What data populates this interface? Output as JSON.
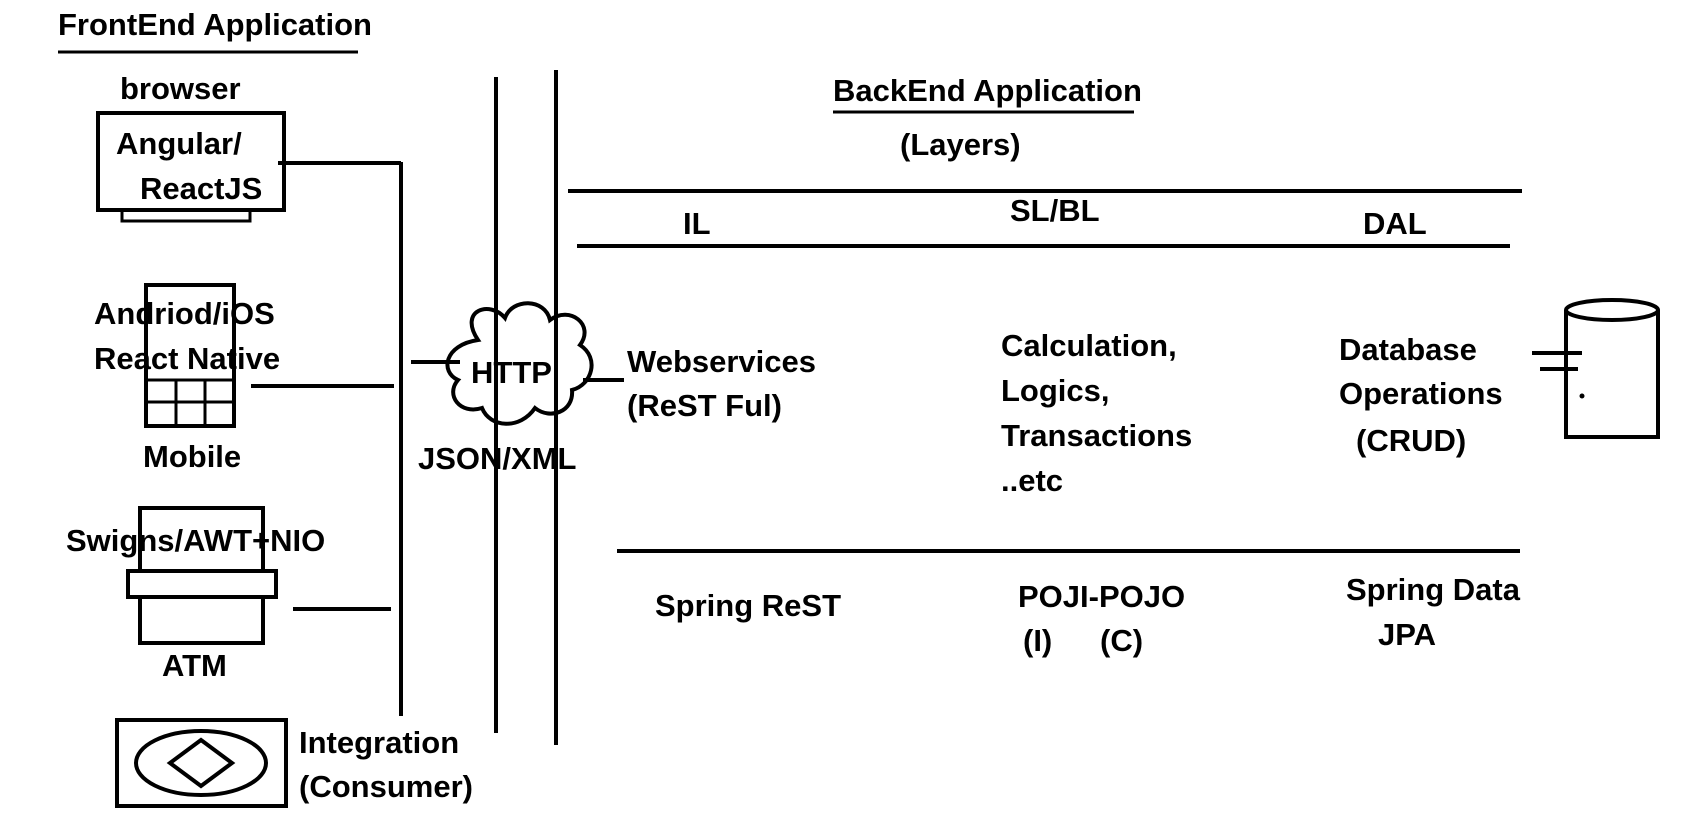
{
  "frontend": {
    "title": "FrontEnd Application",
    "browser_label": "browser",
    "browser_app_line1": "Angular/",
    "browser_app_line2": "ReactJS",
    "mobile_line1": "Andriod/iOS",
    "mobile_line2": "React Native",
    "mobile_label": "Mobile",
    "atm_line1": "Swigns/AWT+NIO",
    "atm_label": "ATM",
    "integration_line1": "Integration",
    "integration_line2": "(Consumer)"
  },
  "protocol": {
    "cloud_label": "HTTP",
    "format_label": "JSON/XML"
  },
  "backend": {
    "title": "BackEnd Application",
    "subtitle": "(Layers)",
    "layers": [
      "IL",
      "SL/BL",
      "DAL"
    ],
    "il_line1": "Webservices",
    "il_line2": "(ReST Ful)",
    "sl_lines": [
      "Calculation,",
      "Logics,",
      "Transactions",
      "..etc"
    ],
    "dal_line1": "Database",
    "dal_line2": "Operations",
    "dal_line3": "(CRUD)",
    "il_tech": "Spring ReST",
    "sl_tech": "POJI-POJO",
    "sl_tech_i": "(I)",
    "sl_tech_c": "(C)",
    "dal_tech_line1": "Spring Data",
    "dal_tech_line2": "JPA"
  }
}
